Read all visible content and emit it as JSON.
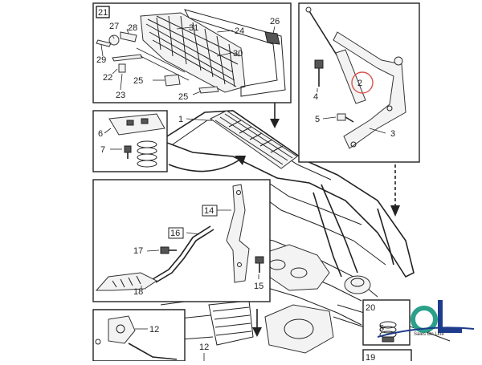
{
  "labels": {
    "l1": "1",
    "l2": "2",
    "l3": "3",
    "l4": "4",
    "l5": "5",
    "l6": "6",
    "l7": "7",
    "l12a": "12",
    "l12b": "12",
    "l14": "14",
    "l15": "15",
    "l16": "16",
    "l17": "17",
    "l18": "18",
    "l19": "19",
    "l20": "20",
    "l21": "21",
    "l22": "22",
    "l23": "23",
    "l24": "24",
    "l25a": "25",
    "l25b": "25",
    "l26": "26",
    "l27": "27",
    "l28": "28",
    "l29": "29",
    "l30": "30",
    "l31": "31"
  },
  "logo": {
    "text": "SOL",
    "tagline": "Sales On Line",
    "colors": {
      "s": "#1e3c8c",
      "o": "#2aa08a",
      "l": "#1e3c8c"
    }
  }
}
